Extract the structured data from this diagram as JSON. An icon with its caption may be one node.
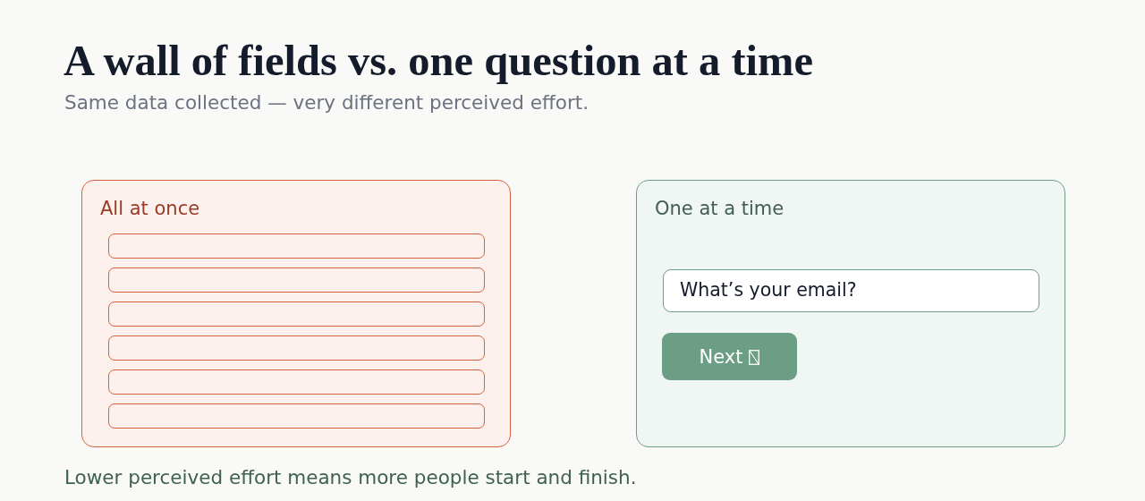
{
  "diagram": {
    "title": "A wall of fields vs. one question at a time",
    "caption": "Lower perceived effort means more people start and finish.",
    "nodes": [
      {
        "text": [
          "All at once"
        ]
      },
      {
        "text": [],
        "shape": "box",
        "in": 0
      },
      {
        "text": [],
        "shape": "box",
        "in": 0
      },
      {
        "text": [],
        "shape": "box",
        "in": 0
      },
      {
        "text": [],
        "shape": "box",
        "in": 0
      },
      {
        "text": [],
        "shape": "box",
        "in": 0
      },
      {
        "text": [],
        "shape": "box",
        "in": 0
      },
      {
        "text": [
          "One at a time"
        ]
      },
      {
        "text": [
          "What’s your email?"
        ],
        "in": 7
      },
      {
        "text": [
          "Next"
        ],
        "in": 7
      }
    ],
    "labels": [
      "Same data collected — very different perceived effort."
    ]
  }
}
